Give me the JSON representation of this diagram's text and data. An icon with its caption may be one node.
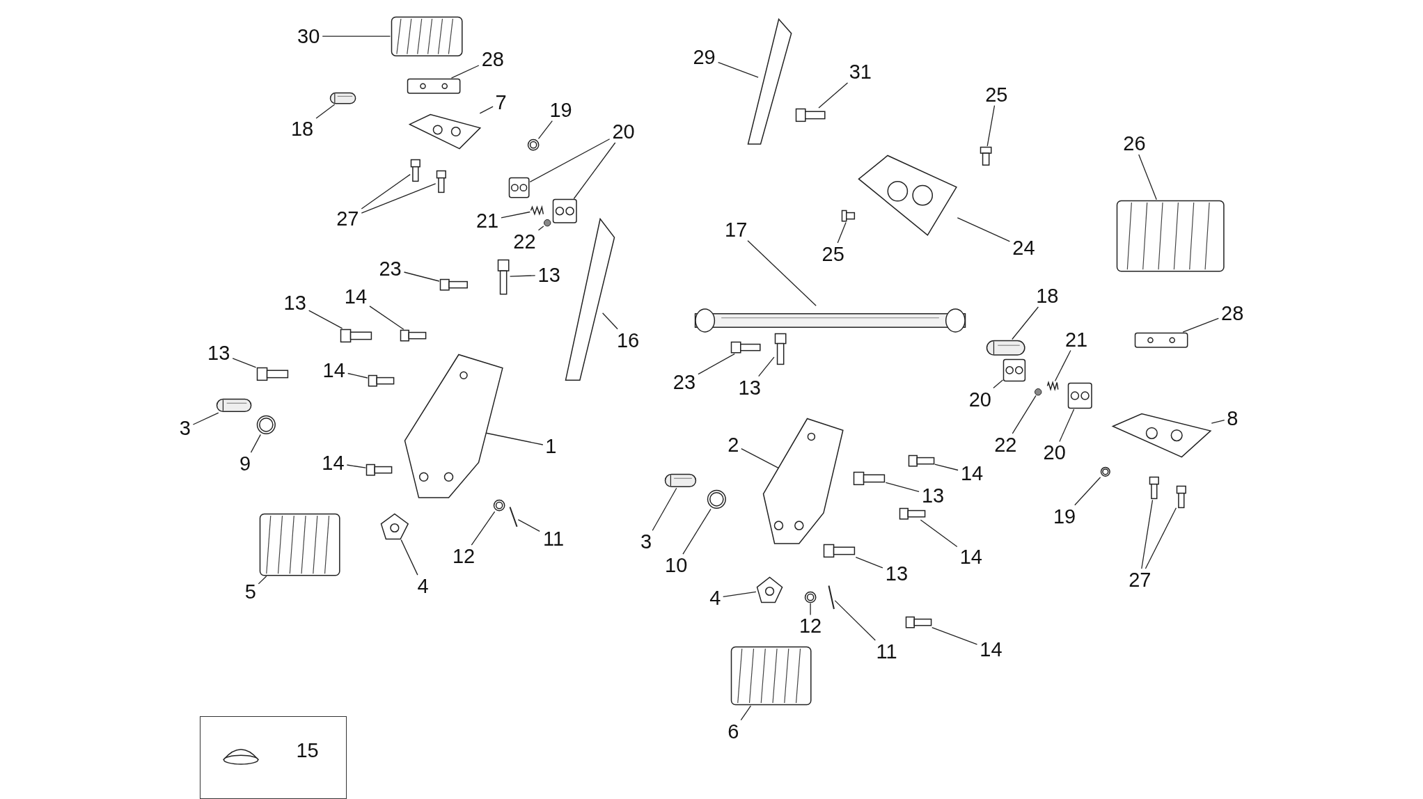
{
  "diagram": {
    "nodes": [
      {
        "text": [
          "30"
        ]
      },
      {
        "text": [],
        "shape": "picture"
      },
      {
        "text": [
          "28"
        ]
      },
      {
        "text": [],
        "shape": "picture"
      },
      {
        "text": [
          "7"
        ]
      },
      {
        "text": [],
        "shape": "picture"
      },
      {
        "text": [
          "18"
        ]
      },
      {
        "text": [],
        "shape": "picture"
      },
      {
        "text": [
          "19"
        ]
      },
      {
        "text": [],
        "shape": "picture"
      },
      {
        "text": [
          "20"
        ]
      },
      {
        "text": [],
        "shape": "picture"
      },
      {
        "text": [],
        "shape": "picture"
      },
      {
        "text": [
          "21"
        ]
      },
      {
        "text": [],
        "shape": "picture"
      },
      {
        "text": [
          "22"
        ]
      },
      {
        "text": [],
        "shape": "circle"
      },
      {
        "text": [
          "27"
        ]
      },
      {
        "text": [],
        "shape": "picture"
      },
      {
        "text": [],
        "shape": "picture"
      },
      {
        "text": [
          "23"
        ]
      },
      {
        "text": [],
        "shape": "picture"
      },
      {
        "text": [
          "13"
        ]
      },
      {
        "text": [],
        "shape": "picture"
      },
      {
        "text": [
          "16"
        ]
      },
      {
        "text": [],
        "shape": "picture"
      },
      {
        "text": [
          "13"
        ]
      },
      {
        "text": [],
        "shape": "picture"
      },
      {
        "text": [
          "14"
        ]
      },
      {
        "text": [],
        "shape": "picture"
      },
      {
        "text": [
          "13"
        ]
      },
      {
        "text": [],
        "shape": "picture"
      },
      {
        "text": [
          "14"
        ]
      },
      {
        "text": [],
        "shape": "picture"
      },
      {
        "text": [
          "3"
        ]
      },
      {
        "text": [],
        "shape": "picture"
      },
      {
        "text": [
          "9"
        ]
      },
      {
        "text": [],
        "shape": "picture"
      },
      {
        "text": [
          "14"
        ]
      },
      {
        "text": [],
        "shape": "picture"
      },
      {
        "text": [
          "1"
        ]
      },
      {
        "text": [],
        "shape": "picture"
      },
      {
        "text": [
          "12"
        ]
      },
      {
        "text": [],
        "shape": "picture"
      },
      {
        "text": [
          "11"
        ]
      },
      {
        "text": [],
        "shape": "picture"
      },
      {
        "text": [
          "4"
        ]
      },
      {
        "text": [],
        "shape": "picture"
      },
      {
        "text": [
          "5"
        ]
      },
      {
        "text": [],
        "shape": "picture"
      },
      {
        "text": [
          "15"
        ]
      },
      {
        "text": [],
        "shape": "picture",
        "in": 50
      },
      {
        "text": [
          "29"
        ]
      },
      {
        "text": [],
        "shape": "picture"
      },
      {
        "text": [
          "31"
        ]
      },
      {
        "text": [],
        "shape": "picture"
      },
      {
        "text": [
          "25"
        ]
      },
      {
        "text": [],
        "shape": "picture"
      },
      {
        "text": [
          "26"
        ]
      },
      {
        "text": [],
        "shape": "picture"
      },
      {
        "text": [
          "17"
        ]
      },
      {
        "text": [],
        "shape": "picture"
      },
      {
        "text": [
          "25"
        ]
      },
      {
        "text": [],
        "shape": "picture"
      },
      {
        "text": [
          "24"
        ]
      },
      {
        "text": [],
        "shape": "picture"
      },
      {
        "text": [
          "18"
        ]
      },
      {
        "text": [],
        "shape": "picture"
      },
      {
        "text": [
          "28"
        ]
      },
      {
        "text": [],
        "shape": "picture"
      },
      {
        "text": [
          "21"
        ]
      },
      {
        "text": [],
        "shape": "picture"
      },
      {
        "text": [
          "20"
        ]
      },
      {
        "text": [],
        "shape": "picture"
      },
      {
        "text": [
          "22"
        ]
      },
      {
        "text": [],
        "shape": "circle"
      },
      {
        "text": [
          "20"
        ]
      },
      {
        "text": [],
        "shape": "picture"
      },
      {
        "text": [
          "8"
        ]
      },
      {
        "text": [],
        "shape": "picture"
      },
      {
        "text": [
          "23"
        ]
      },
      {
        "text": [],
        "shape": "picture"
      },
      {
        "text": [
          "13"
        ]
      },
      {
        "text": [],
        "shape": "picture"
      },
      {
        "text": [
          "2"
        ]
      },
      {
        "text": [],
        "shape": "picture"
      },
      {
        "text": [
          "14"
        ]
      },
      {
        "text": [],
        "shape": "picture"
      },
      {
        "text": [
          "13"
        ]
      },
      {
        "text": [],
        "shape": "picture"
      },
      {
        "text": [
          "19"
        ]
      },
      {
        "text": [],
        "shape": "picture"
      },
      {
        "text": [
          "27"
        ]
      },
      {
        "text": [],
        "shape": "picture"
      },
      {
        "text": [],
        "shape": "picture"
      },
      {
        "text": [
          "3"
        ]
      },
      {
        "text": [],
        "shape": "picture"
      },
      {
        "text": [
          "10"
        ]
      },
      {
        "text": [],
        "shape": "picture"
      },
      {
        "text": [
          "14"
        ]
      },
      {
        "text": [],
        "shape": "picture"
      },
      {
        "text": [
          "13"
        ]
      },
      {
        "text": [],
        "shape": "picture"
      },
      {
        "text": [
          "4"
        ]
      },
      {
        "text": [],
        "shape": "picture"
      },
      {
        "text": [
          "12"
        ]
      },
      {
        "text": [],
        "shape": "picture"
      },
      {
        "text": [
          "11"
        ]
      },
      {
        "text": [],
        "shape": "picture"
      },
      {
        "text": [
          "14"
        ]
      },
      {
        "text": [],
        "shape": "picture"
      },
      {
        "text": [
          "6"
        ]
      },
      {
        "text": [],
        "shape": "picture"
      }
    ],
    "edges": [
      {
        "from": 0,
        "to": 1,
        "arrow": "none"
      },
      {
        "from": 2,
        "to": 3,
        "arrow": "none"
      },
      {
        "from": 4,
        "to": 5,
        "arrow": "none"
      },
      {
        "from": 6,
        "to": 7,
        "arrow": "none"
      },
      {
        "from": 8,
        "to": 9,
        "arrow": "none"
      },
      {
        "from": 10,
        "to": 11,
        "arrow": "none"
      },
      {
        "from": 10,
        "to": 12,
        "arrow": "none"
      },
      {
        "from": 13,
        "to": 14,
        "arrow": "none"
      },
      {
        "from": 15,
        "to": 16,
        "arrow": "none"
      },
      {
        "from": 17,
        "to": 18,
        "arrow": "none"
      },
      {
        "from": 17,
        "to": 19,
        "arrow": "none"
      },
      {
        "from": 20,
        "to": 21,
        "arrow": "none"
      },
      {
        "from": 22,
        "to": 23,
        "arrow": "none"
      },
      {
        "from": 24,
        "to": 25,
        "arrow": "none"
      },
      {
        "from": 26,
        "to": 27,
        "arrow": "none"
      },
      {
        "from": 28,
        "to": 29,
        "arrow": "none"
      },
      {
        "from": 30,
        "to": 31,
        "arrow": "none"
      },
      {
        "from": 32,
        "to": 33,
        "arrow": "none"
      },
      {
        "from": 34,
        "to": 35,
        "arrow": "none"
      },
      {
        "from": 36,
        "to": 37,
        "arrow": "none"
      },
      {
        "from": 38,
        "to": 39,
        "arrow": "none"
      },
      {
        "from": 40,
        "to": 41,
        "arrow": "none"
      },
      {
        "from": 42,
        "to": 43,
        "arrow": "none"
      },
      {
        "from": 44,
        "to": 45,
        "arrow": "none"
      },
      {
        "from": 46,
        "to": 47,
        "arrow": "none"
      },
      {
        "from": 48,
        "to": 49,
        "arrow": "none"
      },
      {
        "from": 52,
        "to": 53,
        "arrow": "none"
      },
      {
        "from": 54,
        "to": 55,
        "arrow": "none"
      },
      {
        "from": 56,
        "to": 57,
        "arrow": "none"
      },
      {
        "from": 58,
        "to": 59,
        "arrow": "none"
      },
      {
        "from": 60,
        "to": 61,
        "arrow": "none"
      },
      {
        "from": 62,
        "to": 63,
        "arrow": "none"
      },
      {
        "from": 64,
        "to": 65,
        "arrow": "none"
      },
      {
        "from": 66,
        "to": 67,
        "arrow": "none"
      },
      {
        "from": 68,
        "to": 69,
        "arrow": "none"
      },
      {
        "from": 70,
        "to": 71,
        "arrow": "none"
      },
      {
        "from": 72,
        "to": 73,
        "arrow": "none"
      },
      {
        "from": 74,
        "to": 75,
        "arrow": "none"
      },
      {
        "from": 76,
        "to": 77,
        "arrow": "none"
      },
      {
        "from": 78,
        "to": 79,
        "arrow": "none"
      },
      {
        "from": 80,
        "to": 81,
        "arrow": "none"
      },
      {
        "from": 82,
        "to": 83,
        "arrow": "none"
      },
      {
        "from": 84,
        "to": 85,
        "arrow": "none"
      },
      {
        "from": 86,
        "to": 87,
        "arrow": "none"
      },
      {
        "from": 88,
        "to": 89,
        "arrow": "none"
      },
      {
        "from": 90,
        "to": 91,
        "arrow": "none"
      },
      {
        "from": 92,
        "to": 93,
        "arrow": "none"
      },
      {
        "from": 92,
        "to": 94,
        "arrow": "none"
      },
      {
        "from": 95,
        "to": 96,
        "arrow": "none"
      },
      {
        "from": 97,
        "to": 98,
        "arrow": "none"
      },
      {
        "from": 99,
        "to": 100,
        "arrow": "none"
      },
      {
        "from": 101,
        "to": 102,
        "arrow": "none"
      },
      {
        "from": 103,
        "to": 104,
        "arrow": "none"
      },
      {
        "from": 105,
        "to": 106,
        "arrow": "none"
      },
      {
        "from": 107,
        "to": 108,
        "arrow": "none"
      },
      {
        "from": 109,
        "to": 110,
        "arrow": "none"
      },
      {
        "from": 111,
        "to": 112,
        "arrow": "none"
      }
    ]
  }
}
